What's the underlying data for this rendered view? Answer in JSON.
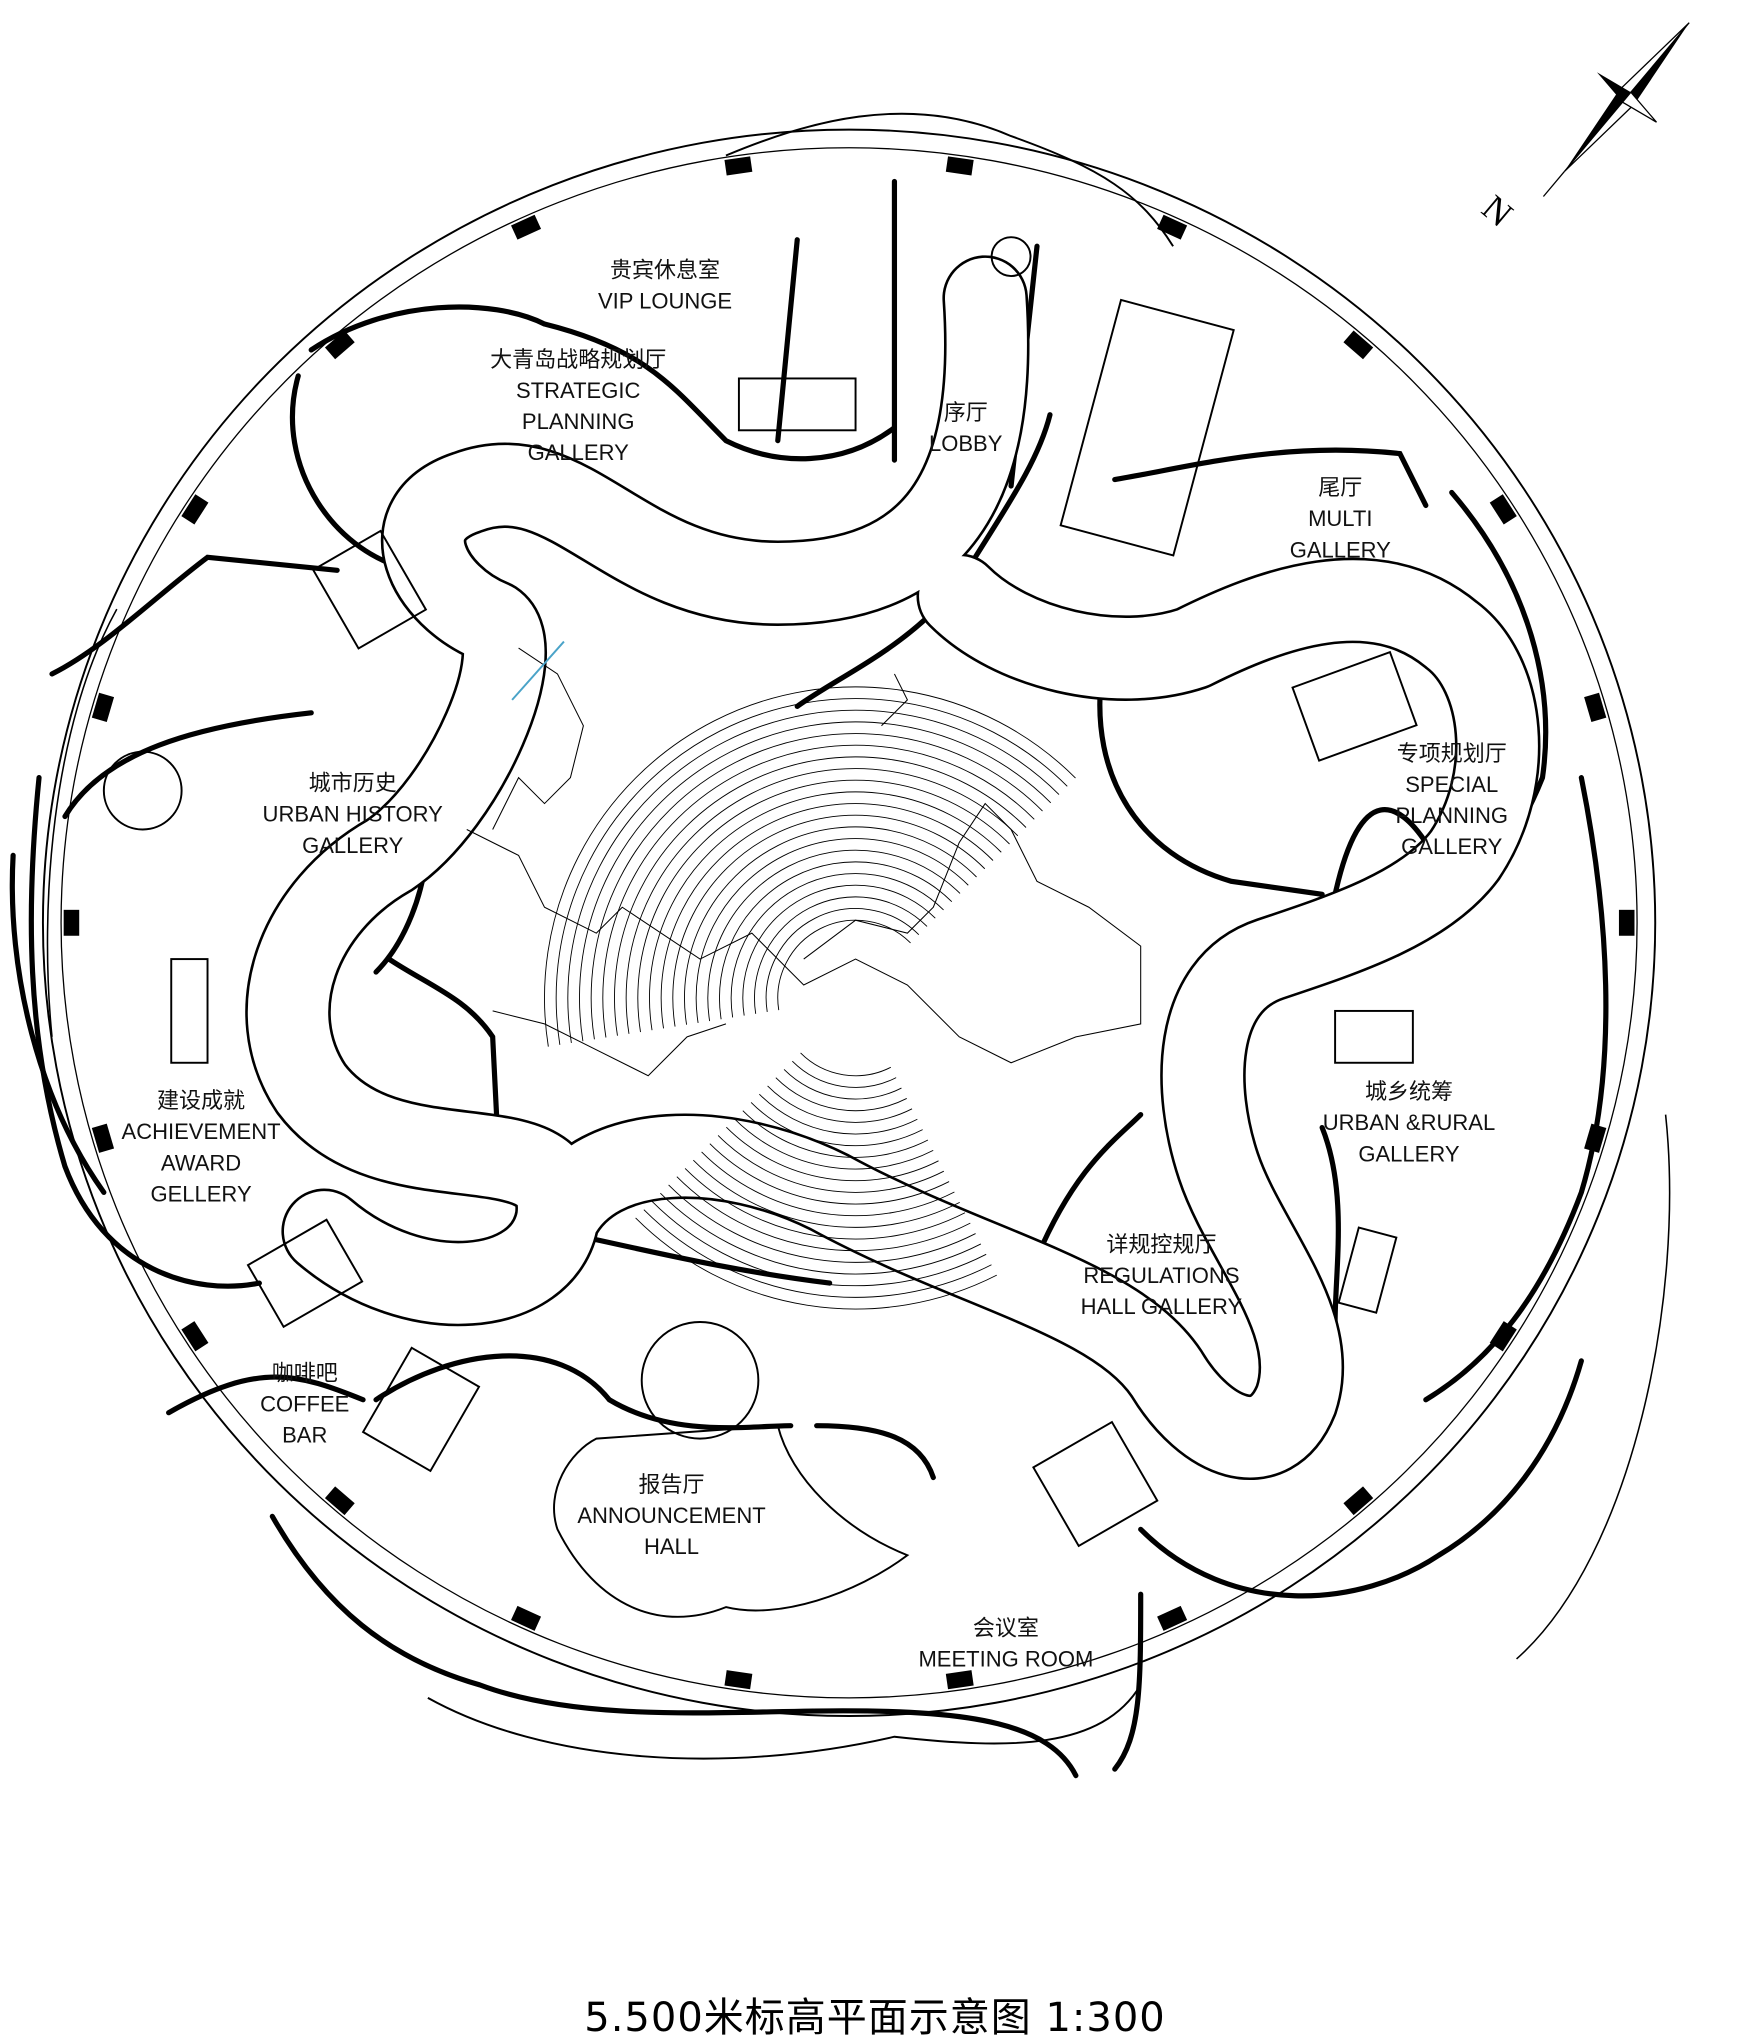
{
  "title": "5.500米标高平面示意图 1:300",
  "north_label": "N",
  "colors": {
    "line": "#000000",
    "background": "#ffffff",
    "accent_line": "#4aa3c8"
  },
  "rooms": [
    {
      "id": "vip-lounge",
      "zh": "贵宾休息室",
      "en": [
        "VIP LOUNGE"
      ]
    },
    {
      "id": "strategic-planning-gallery",
      "zh": "大青岛战略规划厅",
      "en": [
        "STRATEGIC",
        "PLANNING",
        "GALLERY"
      ]
    },
    {
      "id": "lobby",
      "zh": "序厅",
      "en": [
        "LOBBY"
      ]
    },
    {
      "id": "multi-gallery",
      "zh": "尾厅",
      "en": [
        "MULTI",
        "GALLERY"
      ]
    },
    {
      "id": "special-planning-gallery",
      "zh": "专项规划厅",
      "en": [
        "SPECIAL",
        "PLANNING",
        "GALLERY"
      ]
    },
    {
      "id": "urban-history-gallery",
      "zh": "城市历史",
      "en": [
        "URBAN HISTORY",
        "GALLERY"
      ]
    },
    {
      "id": "urban-rural-gallery",
      "zh": "城乡统筹",
      "en": [
        "URBAN &RURAL",
        "GALLERY"
      ]
    },
    {
      "id": "achievement-award-gallery",
      "zh": "建设成就",
      "en": [
        "ACHIEVEMENT",
        "AWARD",
        "GELLERY"
      ]
    },
    {
      "id": "regulations-hall-gallery",
      "zh": "详规控规厅",
      "en": [
        "REGULATIONS",
        "HALL GALLERY"
      ]
    },
    {
      "id": "coffee-bar",
      "zh": "咖啡吧",
      "en": [
        "COFFEE",
        "BAR"
      ]
    },
    {
      "id": "announcement-hall",
      "zh": "报告厅",
      "en": [
        "ANNOUNCEMENT",
        "HALL"
      ]
    },
    {
      "id": "meeting-room",
      "zh": "会议室",
      "en": [
        "MEETING ROOM"
      ]
    }
  ]
}
